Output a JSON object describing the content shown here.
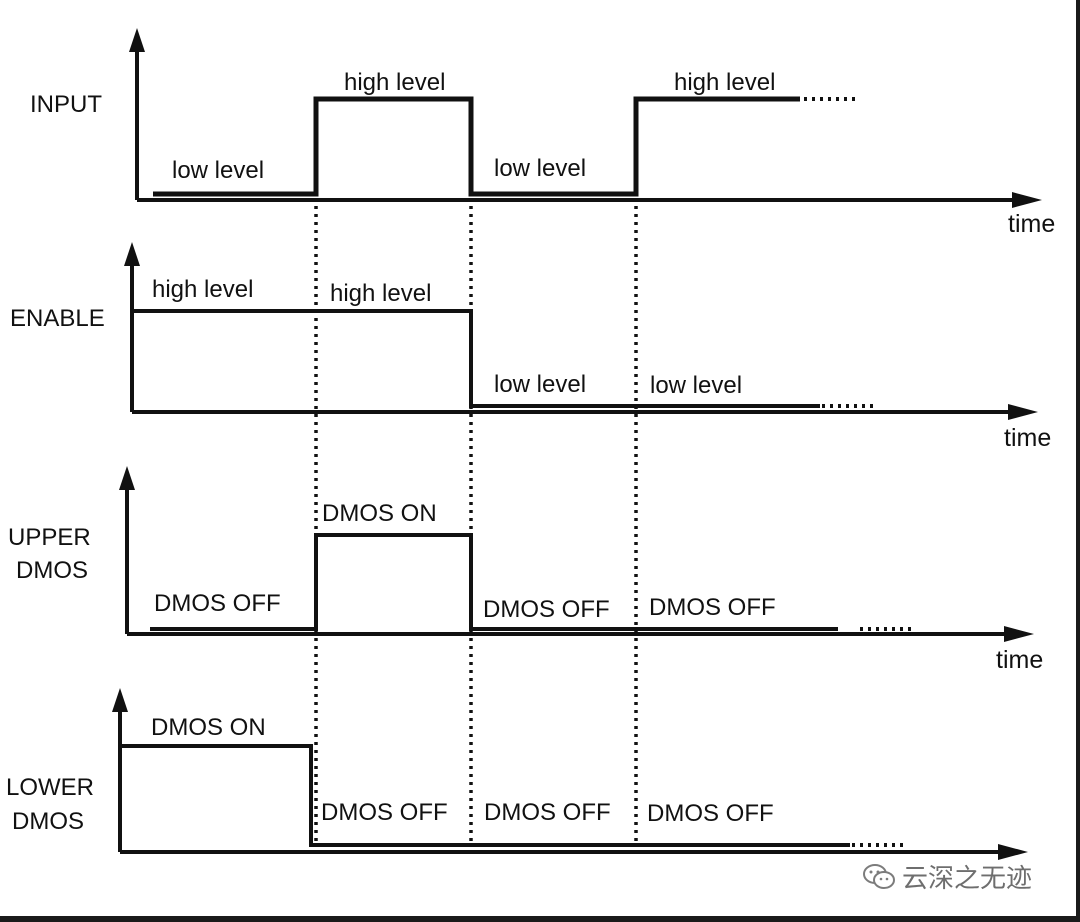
{
  "signals": [
    {
      "id": "input",
      "name_lines": [
        "INPUT"
      ],
      "axis_label": "time",
      "labels": [
        "low  level",
        "high level",
        "low  level",
        "high level"
      ]
    },
    {
      "id": "enable",
      "name_lines": [
        "ENABLE"
      ],
      "axis_label": "time",
      "labels": [
        "high level",
        "high level",
        "low  level",
        "low  level"
      ]
    },
    {
      "id": "upper",
      "name_lines": [
        "UPPER",
        "DMOS"
      ],
      "axis_label": "time",
      "labels": [
        "DMOS OFF",
        "DMOS ON",
        "DMOS OFF",
        "DMOS OFF"
      ]
    },
    {
      "id": "lower",
      "name_lines": [
        "LOWER",
        "DMOS"
      ],
      "axis_label": "time",
      "labels": [
        "DMOS ON",
        "DMOS OFF",
        "DMOS OFF",
        "DMOS OFF"
      ]
    }
  ],
  "watermark": {
    "text": "云深之无迹",
    "icon": "wechat-icon"
  },
  "colors": {
    "line": "#111111",
    "frame": "#1a1a1a"
  }
}
